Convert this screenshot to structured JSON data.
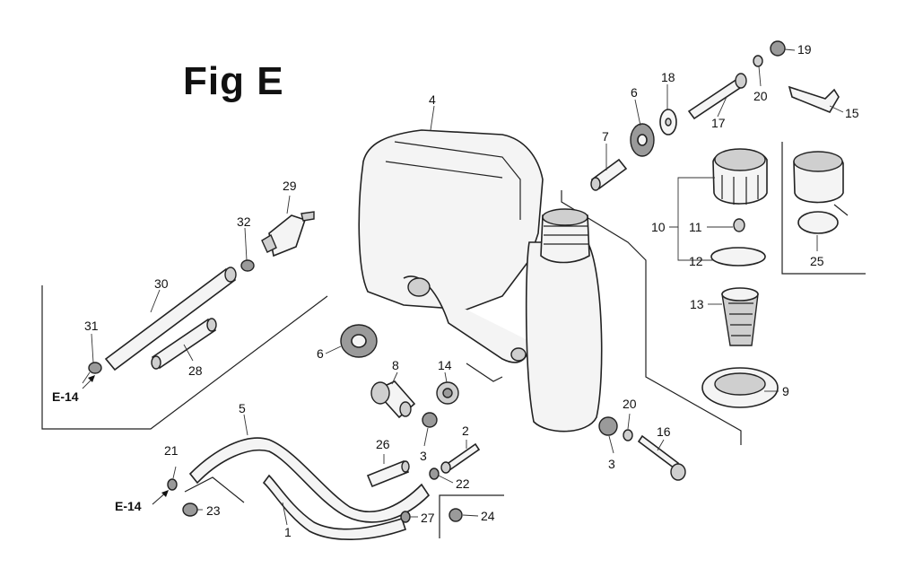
{
  "figure_title": "Fig E",
  "references": [
    "E-14",
    "E-14"
  ],
  "callouts": [
    "1",
    "2",
    "3",
    "3",
    "4",
    "5",
    "6",
    "6",
    "7",
    "8",
    "9",
    "10",
    "11",
    "12",
    "13",
    "14",
    "15",
    "16",
    "17",
    "18",
    "19",
    "20",
    "20",
    "21",
    "22",
    "23",
    "24",
    "25",
    "26",
    "27",
    "28",
    "29",
    "30",
    "31",
    "32"
  ]
}
